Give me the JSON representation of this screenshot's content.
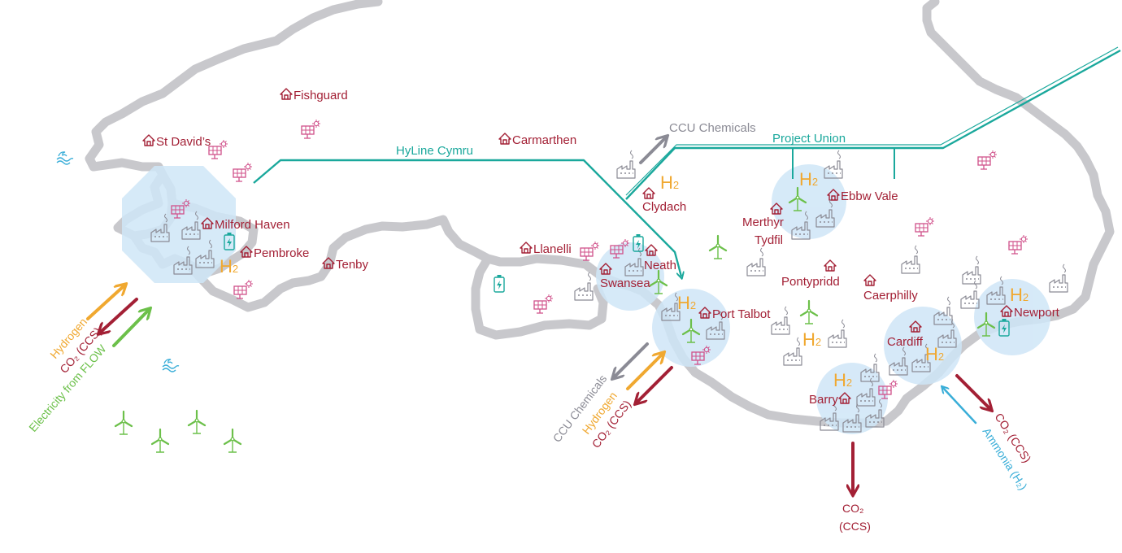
{
  "towns": {
    "fishguard": "Fishguard",
    "st_davids": "St David’s",
    "carmarthen": "Carmarthen",
    "milford_haven": "Milford Haven",
    "pembroke": "Pembroke",
    "tenby": "Tenby",
    "llanelli": "Llanelli",
    "neath": "Neath",
    "swansea": "Swansea",
    "clydach": "Clydach",
    "port_talbot": "Port Talbot",
    "merthyr_1": "Merthyr",
    "merthyr_2": "Tydfil",
    "ebbw_vale": "Ebbw Vale",
    "pontypridd": "Pontypridd",
    "caerphilly": "Caerphilly",
    "cardiff": "Cardiff",
    "newport": "Newport",
    "barry": "Barry"
  },
  "pipelines": {
    "hyline": "HyLine Cymru",
    "project_union": "Project Union"
  },
  "h2_symbol": "H",
  "h2_subscript": "2",
  "labels": {
    "ccu_top": "CCU Chemicals",
    "west_hydrogen": "Hydrogen",
    "west_co2": "CO₂ (CCS)",
    "west_flow": "Electricity from FLOW",
    "swansea_ccu": "CCU Chemicals",
    "swansea_hydrogen": "Hydrogen",
    "swansea_co2": "CO₂ (CCS)",
    "barry_co2_1": "CO₂",
    "barry_co2_2": "(CCS)",
    "cardiff_co2": "CO₂ (CCS)",
    "cardiff_ammonia": "Ammonia (H₂)"
  },
  "colors": {
    "land_outline": "#c8c8cc",
    "pipeline": "#1aa89c",
    "town": "#a32035",
    "hydrogen": "#f0a830",
    "co2": "#a32035",
    "electricity": "#6cc04a",
    "ccu": "#8b8b95",
    "ammonia": "#3aaed8",
    "cluster": "#cfe6f7",
    "solar": "#d0508a",
    "wind": "#6cc04a"
  },
  "icons": [
    "house-icon",
    "factory-icon",
    "solar-panel-icon",
    "wind-turbine-icon",
    "battery-icon",
    "wave-icon",
    "h2-symbol"
  ]
}
